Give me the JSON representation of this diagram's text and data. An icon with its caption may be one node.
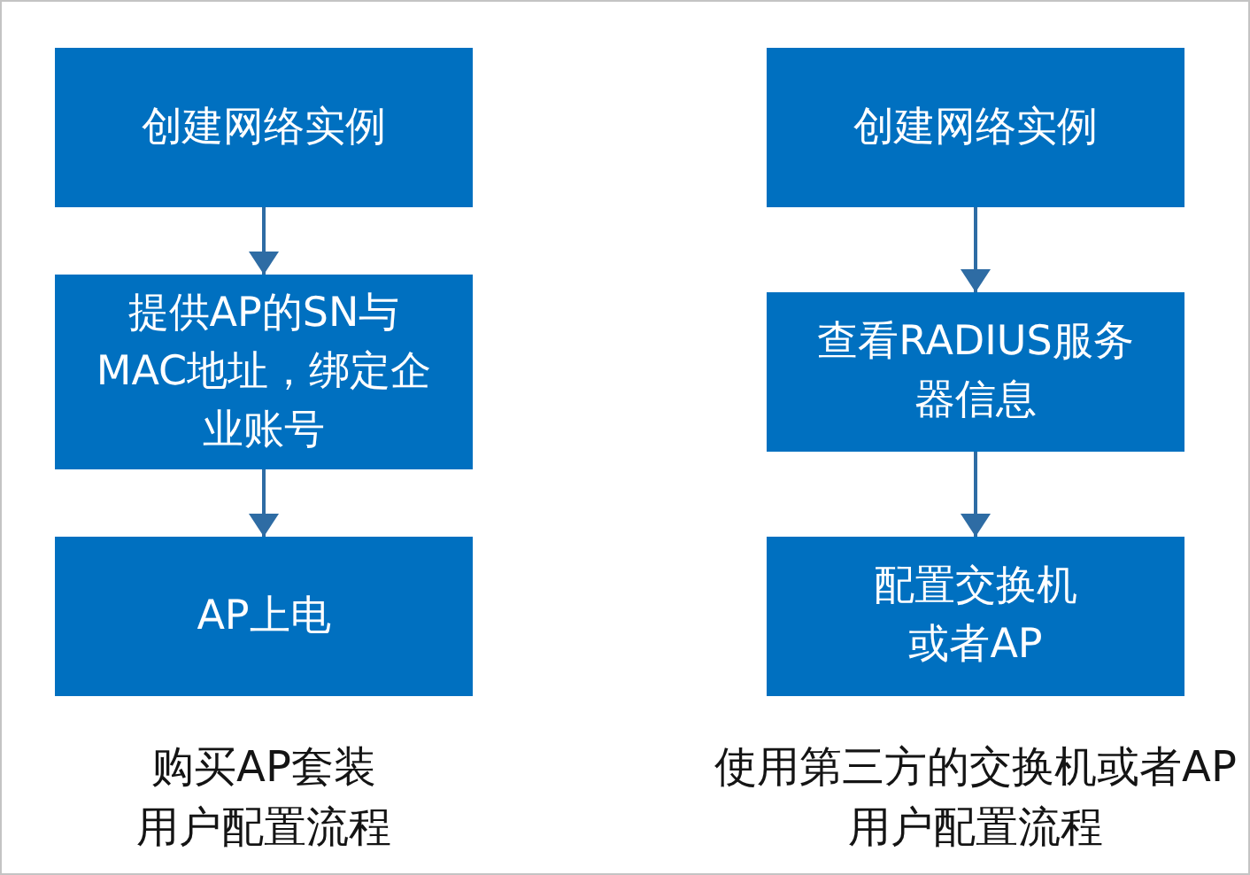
{
  "diagram": {
    "nodes": [
      {
        "text": [
          "创建网络实例"
        ]
      },
      {
        "text": [
          "提供AP的SN与MAC地址，绑定企业账号"
        ]
      },
      {
        "text": [
          "AP上电"
        ]
      },
      {
        "text": [
          "创建网络实例"
        ]
      },
      {
        "text": [
          "查看RADIUS服务器信息"
        ]
      },
      {
        "text": [
          "配置交换机或者AP"
        ]
      }
    ],
    "edges": [
      {
        "from": 0,
        "to": 1,
        "arrow": "to"
      },
      {
        "from": 1,
        "to": 2,
        "arrow": "to"
      },
      {
        "from": 3,
        "to": 4,
        "arrow": "to"
      },
      {
        "from": 4,
        "to": 5,
        "arrow": "to"
      }
    ],
    "labels": [
      "购买AP套装用户配置流程",
      "使用第三方的交换机或者AP用户配置流程"
    ]
  }
}
